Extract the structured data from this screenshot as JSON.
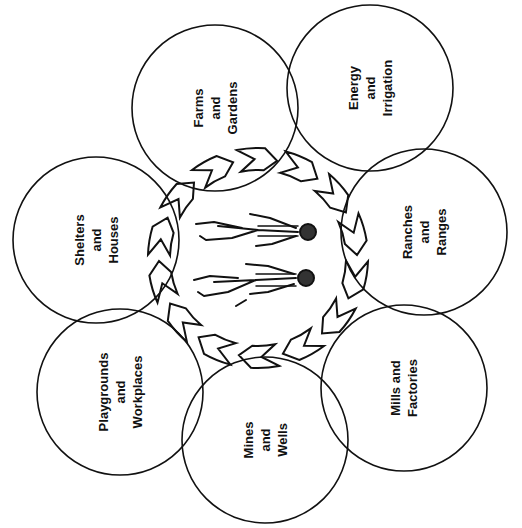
{
  "diagram": {
    "nodes": [
      {
        "text": [
          "Farms and Gardens"
        ]
      },
      {
        "text": [
          "Energy and Irrigation"
        ]
      },
      {
        "text": [
          "Ranches and Ranges"
        ]
      },
      {
        "text": [
          "Mills and Factories"
        ]
      },
      {
        "text": [
          "Mines and Wells"
        ]
      },
      {
        "text": [
          "Playgrounds and Workplaces"
        ]
      },
      {
        "text": [
          "Shelters and Houses"
        ]
      }
    ]
  }
}
